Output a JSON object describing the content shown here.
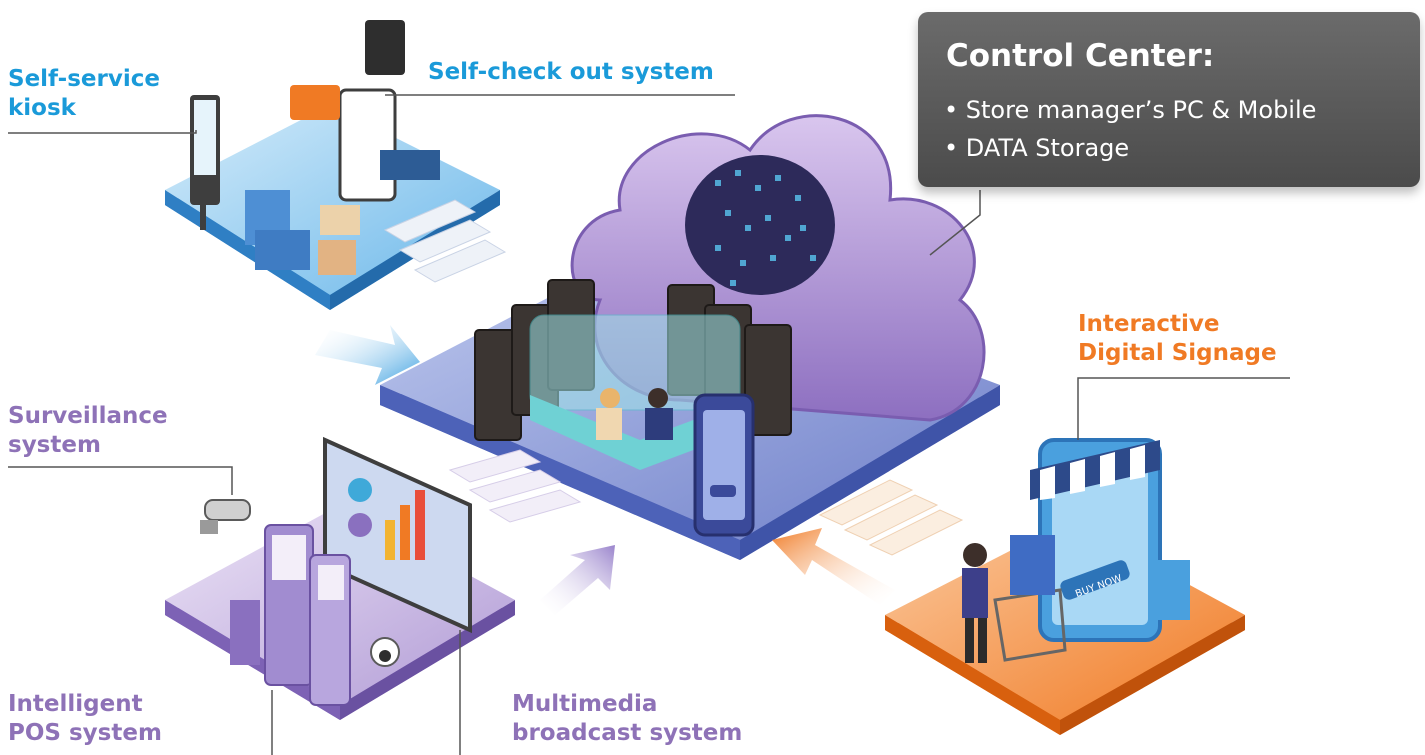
{
  "colors": {
    "blue": "#1a9ad9",
    "purple": "#8e72b7",
    "orange": "#f07a24",
    "panel": "#585858"
  },
  "labels": {
    "self_service_kiosk": [
      "Self-service",
      "kiosk"
    ],
    "self_checkout": "Self-check out system",
    "surveillance": [
      "Surveillance",
      "system"
    ],
    "interactive_signage": [
      "Interactive",
      "Digital Signage"
    ],
    "pos": [
      "Intelligent",
      "POS system"
    ],
    "multimedia": [
      "Multimedia",
      "broadcast system"
    ]
  },
  "control_center": {
    "title": "Control Center:",
    "items": [
      "• Store manager’s PC & Mobile",
      "• DATA Storage"
    ]
  },
  "icons": [
    "cloud-icon",
    "server-rack-icon",
    "kiosk-icon",
    "checkout-icon",
    "camera-icon",
    "pos-terminal-icon",
    "signage-screen-icon",
    "shopping-cart-icon",
    "smartphone-icon"
  ],
  "signage_button_text": "BUY NOW"
}
